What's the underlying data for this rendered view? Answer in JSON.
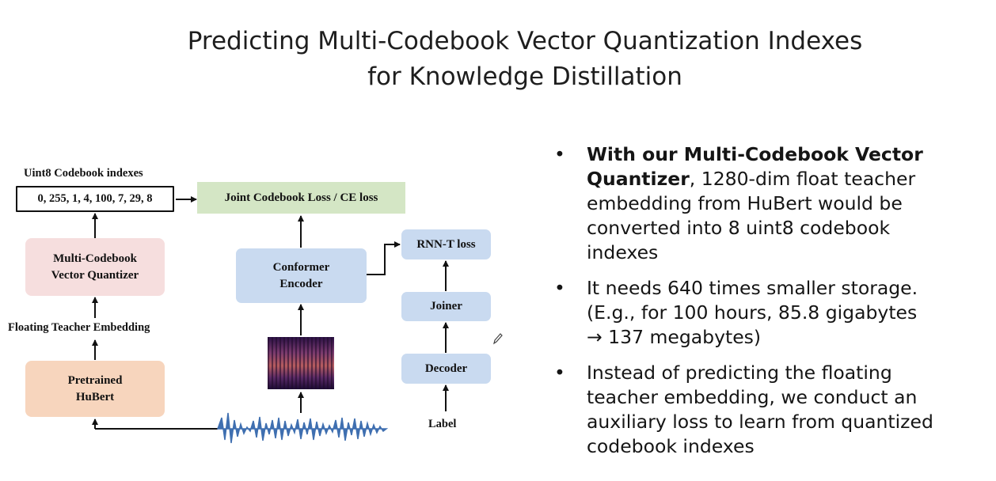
{
  "slide": {
    "title_line1": "Predicting Multi-Codebook Vector Quantization Indexes",
    "title_line2": "for Knowledge Distillation"
  },
  "diagram": {
    "codebook_indexes_label": "Uint8 Codebook indexes",
    "codebook_indexes_values": "0, 255, 1, 4, 100, 7, 29, 8",
    "joint_loss": "Joint Codebook Loss / CE loss",
    "quantizer_line1": "Multi-Codebook",
    "quantizer_line2": "Vector Quantizer",
    "floating_embedding_label": "Floating Teacher Embedding",
    "hubert_line1": "Pretrained",
    "hubert_line2": "HuBert",
    "encoder_line1": "Conformer",
    "encoder_line2": "Encoder",
    "rnnt_loss": "RNN-T loss",
    "joiner": "Joiner",
    "decoder": "Decoder",
    "label": "Label"
  },
  "bullets": [
    {
      "bold": "With our Multi-Codebook Vector",
      "bold2": "Quantizer",
      "line2_rest": ", 1280-dim float teacher",
      "line3": "embedding from HuBert would be",
      "line4": "converted into 8 uint8 codebook",
      "line5": "indexes"
    },
    {
      "line1": "It needs 640 times smaller storage.",
      "line2": "(E.g., for 100 hours, 85.8 gigabytes",
      "line3": "→ 137 megabytes)"
    },
    {
      "line1": "Instead of predicting the floating",
      "line2": "teacher embedding, we conduct an",
      "line3": "auxiliary loss to learn from quantized",
      "line4": "codebook indexes"
    }
  ]
}
